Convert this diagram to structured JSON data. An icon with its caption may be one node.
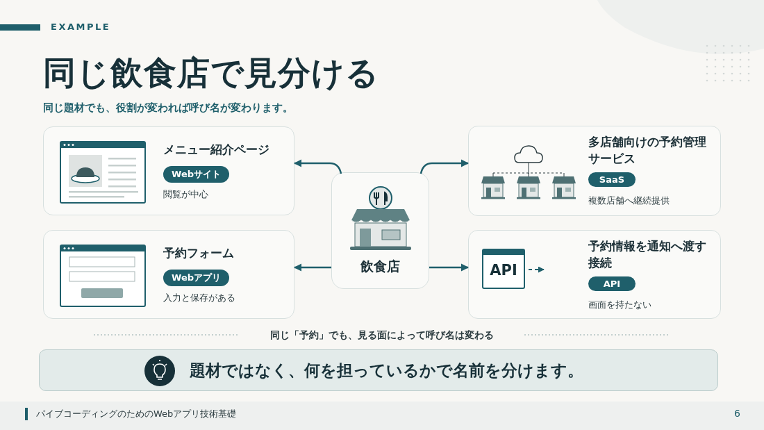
{
  "diagram": {
    "title": "同じ飲食店で見分ける",
    "nodes": [
      {
        "text": [
          "メニュー紹介ページ",
          "Webサイト",
          "閲覧が中心"
        ]
      },
      {
        "text": [
          "多店舗向けの予約管理サービス",
          "SaaS",
          "複数店舗へ継続提供"
        ]
      },
      {
        "text": [
          "飲食店"
        ]
      },
      {
        "text": [
          "予約フォーム",
          "Webアプリ",
          "入力と保存がある"
        ]
      },
      {
        "text": [
          "予約情報を通知へ渡す接続",
          "API",
          "画面を持たない"
        ]
      },
      {
        "text": [
          "API"
        ],
        "in": 4
      },
      {
        "text": [
          "題材ではなく、何を担っているかで名前を分けます。"
        ]
      }
    ],
    "edges": [
      {
        "from": 2,
        "to": 0,
        "arrow": "to"
      },
      {
        "from": 2,
        "to": 1,
        "arrow": "to"
      },
      {
        "from": 2,
        "to": 3,
        "arrow": "to"
      },
      {
        "from": 2,
        "to": 4,
        "arrow": "to"
      },
      {
        "from": 5,
        "to": null,
        "arrow": "to",
        "style": "dashed"
      }
    ],
    "labels": [
      "EXAMPLE",
      "同じ題材でも、役割が変われば呼び名が変わります。",
      "同じ「予約」でも、見る面によって呼び名は変わる",
      "パイブコーディングのためのWebアプリ技術基礎",
      "6"
    ]
  }
}
